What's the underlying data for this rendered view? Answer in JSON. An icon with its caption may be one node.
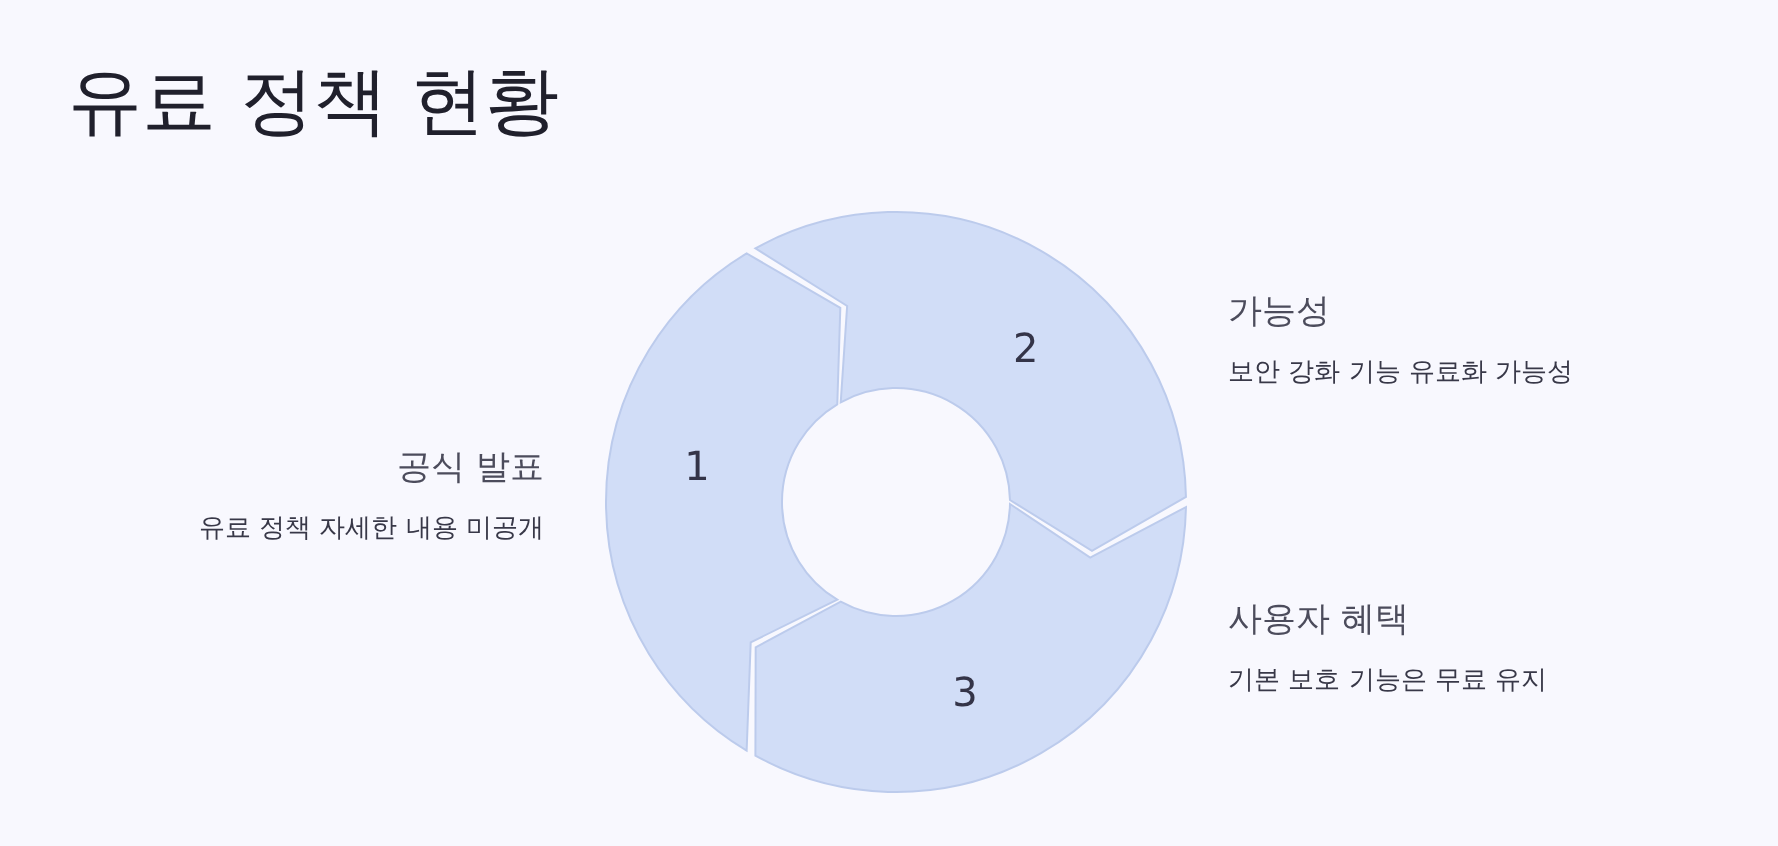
{
  "diagram": {
    "title": "유료 정책 현황",
    "nodes": [
      {
        "text": [
          "1"
        ],
        "beside": [
          "공식 발표",
          "유료 정책 자세한 내용 미공개"
        ]
      },
      {
        "text": [
          "2"
        ],
        "beside": [
          "가능성",
          "보안 강화 기능 유료화 가능성"
        ]
      },
      {
        "text": [
          "3"
        ],
        "beside": [
          "사용자 혜택",
          "기본 보호 기능은 무료 유지"
        ]
      }
    ]
  }
}
